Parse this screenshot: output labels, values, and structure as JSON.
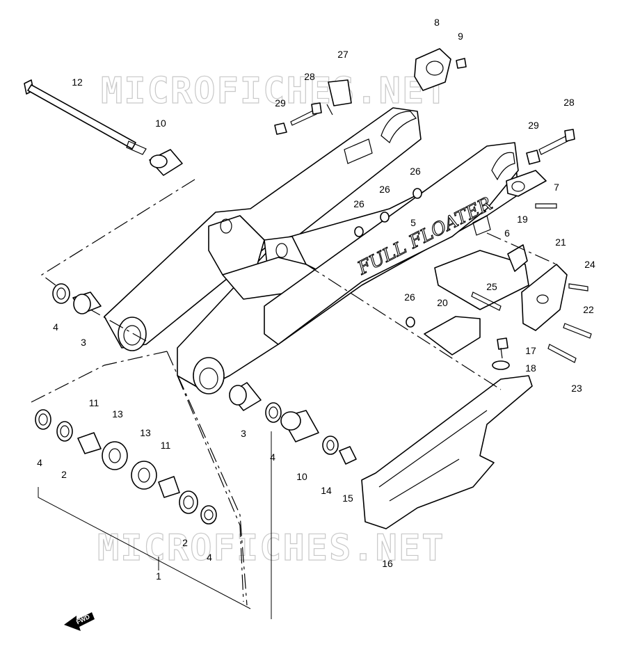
{
  "watermark": {
    "top": "MICROFICHES.NET",
    "bottom": "MICROFICHES.NET"
  },
  "fwd_label": "FWD",
  "part_labels": {
    "p1": "1",
    "p2a": "2",
    "p2b": "2",
    "p3a": "3",
    "p3b": "3",
    "p4a": "4",
    "p4b": "4",
    "p4c": "4",
    "p4d": "4",
    "p5": "5",
    "p6": "6",
    "p7": "7",
    "p8": "8",
    "p9": "9",
    "p10a": "10",
    "p10b": "10",
    "p11a": "11",
    "p11b": "11",
    "p12": "12",
    "p13a": "13",
    "p13b": "13",
    "p14": "14",
    "p15": "15",
    "p16": "16",
    "p17": "17",
    "p18": "18",
    "p19": "19",
    "p20": "20",
    "p21": "21",
    "p22": "22",
    "p23": "23",
    "p24": "24",
    "p25": "25",
    "p26a": "26",
    "p26b": "26",
    "p26c": "26",
    "p26d": "26",
    "p27": "27",
    "p28a": "28",
    "p28b": "28",
    "p29a": "29",
    "p29b": "29"
  },
  "decal_text": "FULL FLOATER"
}
